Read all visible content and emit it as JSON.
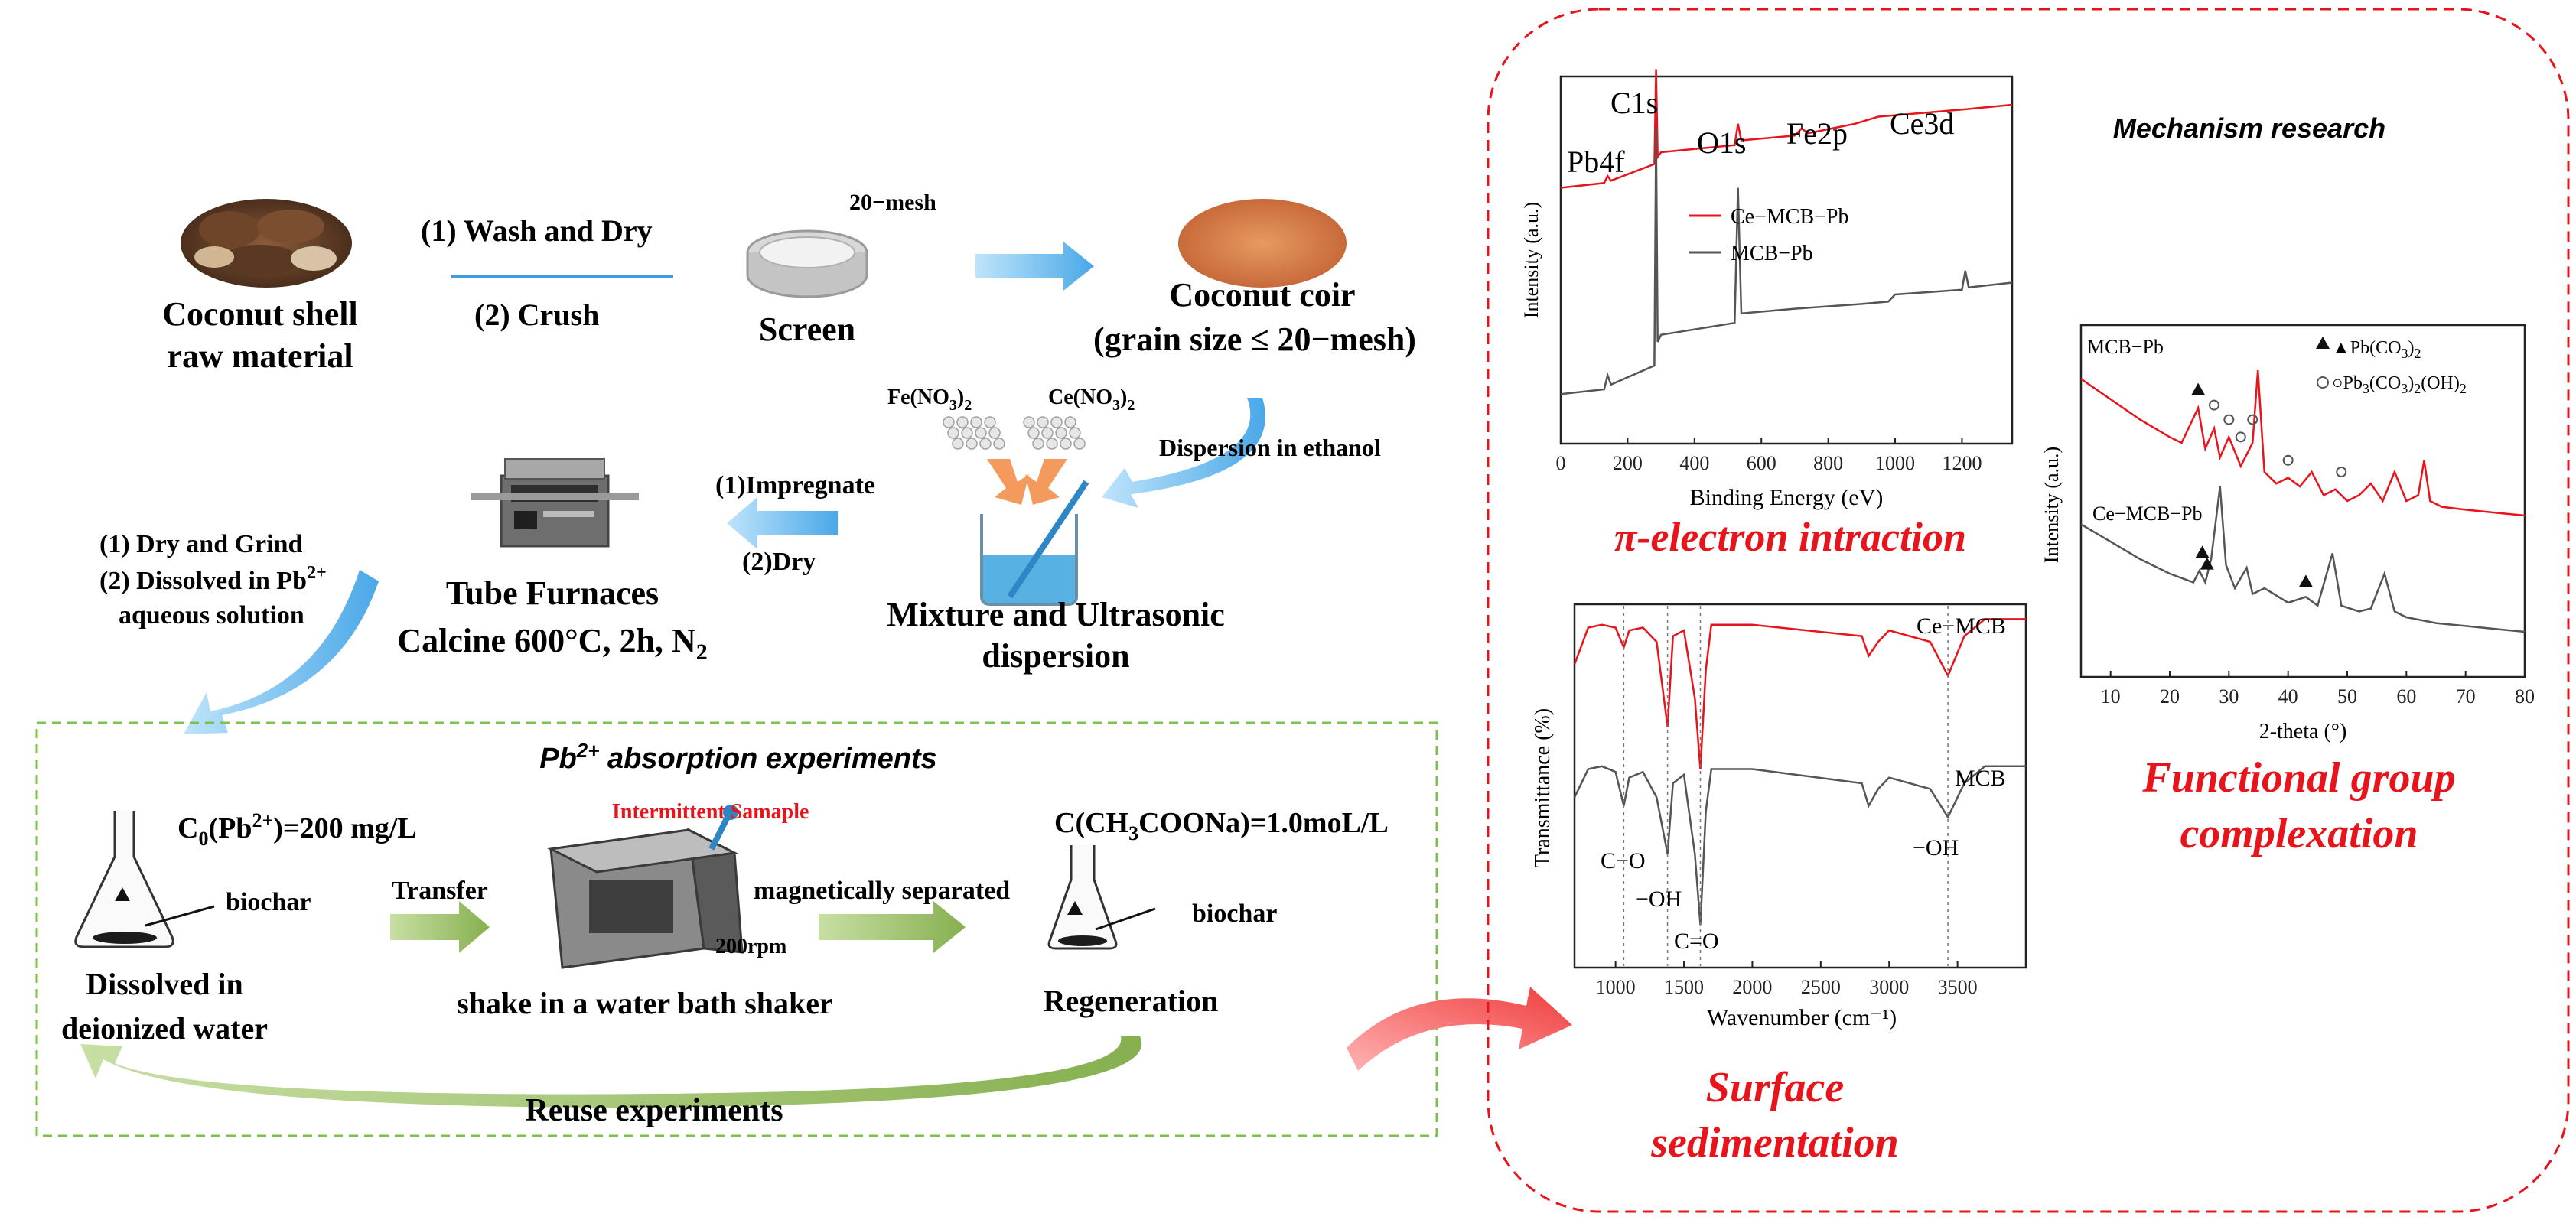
{
  "process": {
    "coconut_shell": [
      "Coconut shell",
      "raw material"
    ],
    "wash_dry": "(1) Wash and Dry",
    "crush": "(2) Crush",
    "mesh_tag": "20−mesh",
    "screen": "Screen",
    "coconut_coir": [
      "Coconut coir",
      "(grain size ≤  20−mesh)"
    ],
    "fe_label": "Fe(NO",
    "fe_sub": "3",
    "fe_end": ")",
    "fe_sub2": "2",
    "ce_label": "Ce(NO",
    "ce_sub": "3",
    "ce_end": ")",
    "ce_sub2": "2",
    "dispersion": "Dispersion in ethanol",
    "mixture": [
      "Mixture and Ultrasonic",
      "dispersion"
    ],
    "impregnate": "(1)Impregnate",
    "dry": "(2)Dry",
    "tube": "Tube Furnaces",
    "calcine": "Calcine 600°C, 2h, N",
    "calcine_sub": "2",
    "dry_grind": "(1) Dry and Grind",
    "dissolved_pb_a": "(2) Dissolved in Pb",
    "dissolved_pb_sup": "2+",
    "dissolved_pb_b": "aqueous solution"
  },
  "absorption": {
    "title_a": "Pb",
    "title_sup": "2+",
    "title_b": " absorption experiments",
    "c0_a": "C",
    "c0_sub": "0",
    "c0_b": "(Pb",
    "c0_sup": "2+",
    "c0_c": ")=200 mg/L",
    "biochar1": "biochar",
    "transfer": "Transfer",
    "intermittent": "Intermittent Samaple",
    "rpm": "200rpm",
    "mag": "magnetically  separated",
    "cna_a": "C(CH",
    "cna_sub1": "3",
    "cna_b": "COONa)=1.0moL/L",
    "biochar2": "biochar",
    "dissolved": [
      "Dissolved in",
      "deionized water"
    ],
    "shake": "shake in a water bath shaker",
    "regeneration": "Regeneration",
    "reuse": "Reuse experiments"
  },
  "mechanism": {
    "title": "Mechanism research",
    "pi": "π-electron intraction",
    "surface": [
      "Surface",
      "sedimentation"
    ],
    "functional": [
      "Functional group",
      "complexation"
    ]
  },
  "colors": {
    "red_series": "#e8141b",
    "gray_series": "#555555",
    "blue_arrow": "#5ab4ec",
    "green_arrow": "#8db65a",
    "red_dashed": "#e8141b",
    "green_dashed": "#7cc24a"
  },
  "chart_data": [
    {
      "type": "line",
      "title": "",
      "xlabel": "Binding Energy (eV)",
      "ylabel": "Intensity (a.u.)",
      "xlim": [
        0,
        1350
      ],
      "xticks": [
        0,
        200,
        400,
        600,
        800,
        1000,
        1200
      ],
      "peaks": [
        "Pb4f",
        "C1s",
        "O1s",
        "Fe2p",
        "Ce3d"
      ],
      "series": [
        {
          "name": "Ce−MCB−Pb",
          "x": [
            0,
            130,
            140,
            150,
            280,
            285,
            290,
            300,
            520,
            530,
            540,
            700,
            720,
            740,
            880,
            950,
            1200,
            1350
          ],
          "y": [
            0.95,
            0.97,
            1.0,
            0.98,
            1.05,
            1.45,
            1.08,
            1.1,
            1.13,
            1.22,
            1.15,
            1.17,
            1.2,
            1.18,
            1.22,
            1.25,
            1.28,
            1.3
          ]
        },
        {
          "name": "MCB−Pb",
          "x": [
            0,
            130,
            140,
            150,
            280,
            285,
            290,
            300,
            520,
            530,
            540,
            700,
            900,
            980,
            1000,
            1200,
            1210,
            1220,
            1350
          ],
          "y": [
            0.08,
            0.1,
            0.16,
            0.12,
            0.2,
            1.2,
            0.3,
            0.33,
            0.38,
            0.95,
            0.42,
            0.44,
            0.46,
            0.47,
            0.5,
            0.52,
            0.6,
            0.53,
            0.55
          ]
        }
      ]
    },
    {
      "type": "line",
      "title": "",
      "xlabel": "Wavenumber (cm⁻¹)",
      "ylabel": "Transmittance (%)",
      "xlim": [
        700,
        4000
      ],
      "xticks": [
        1000,
        1500,
        2000,
        2500,
        3000,
        3500
      ],
      "annotations": [
        "C−O",
        "−OH",
        "C=O",
        "−OH"
      ],
      "series": [
        {
          "name": "Ce−MCB",
          "x": [
            700,
            800,
            900,
            1000,
            1060,
            1100,
            1200,
            1300,
            1380,
            1420,
            1500,
            1580,
            1620,
            1660,
            1700,
            2000,
            2800,
            2850,
            2920,
            3000,
            3300,
            3430,
            3550,
            3700,
            4000
          ],
          "y": [
            0.72,
            0.85,
            0.86,
            0.85,
            0.78,
            0.84,
            0.85,
            0.8,
            0.5,
            0.82,
            0.84,
            0.6,
            0.35,
            0.7,
            0.86,
            0.86,
            0.82,
            0.75,
            0.8,
            0.84,
            0.8,
            0.68,
            0.82,
            0.88,
            0.88
          ]
        },
        {
          "name": "MCB",
          "x": [
            700,
            800,
            900,
            1000,
            1060,
            1100,
            1200,
            1300,
            1380,
            1420,
            1500,
            1580,
            1620,
            1660,
            1700,
            2000,
            2800,
            2850,
            2920,
            3000,
            3300,
            3430,
            3550,
            3700,
            4000
          ],
          "y": [
            0.25,
            0.35,
            0.36,
            0.34,
            0.22,
            0.32,
            0.34,
            0.25,
            0.05,
            0.3,
            0.33,
            0.05,
            -0.2,
            0.2,
            0.35,
            0.35,
            0.3,
            0.22,
            0.28,
            0.32,
            0.28,
            0.18,
            0.3,
            0.36,
            0.36
          ]
        }
      ]
    },
    {
      "type": "line",
      "title": "",
      "xlabel": "2-theta (°)",
      "ylabel": "Intensity (a.u.)",
      "xlim": [
        5,
        80
      ],
      "xticks": [
        10,
        20,
        30,
        40,
        50,
        60,
        70,
        80
      ],
      "legend": [
        "▲Pb(CO",
        "○Pb"
      ],
      "series": [
        {
          "name": "MCB−Pb",
          "x": [
            5,
            10,
            15,
            20,
            22,
            24.8,
            26,
            27.5,
            28.5,
            30,
            32,
            34,
            34.9,
            36,
            38,
            40,
            42,
            44,
            46,
            48,
            50,
            52,
            54,
            56,
            58,
            60,
            62,
            63,
            64,
            66,
            70,
            75,
            80
          ],
          "y": [
            0.92,
            0.85,
            0.78,
            0.72,
            0.7,
            0.82,
            0.68,
            0.75,
            0.65,
            0.72,
            0.62,
            0.7,
            0.95,
            0.6,
            0.56,
            0.58,
            0.55,
            0.6,
            0.52,
            0.54,
            0.5,
            0.52,
            0.56,
            0.5,
            0.6,
            0.5,
            0.52,
            0.64,
            0.5,
            0.48,
            0.47,
            0.46,
            0.45
          ]
        },
        {
          "name": "Ce−MCB−Pb",
          "x": [
            5,
            10,
            15,
            20,
            24,
            25,
            26,
            27,
            28.5,
            29.5,
            31,
            33,
            34,
            36,
            40,
            43,
            45,
            47.5,
            49,
            52,
            54,
            56.3,
            58,
            60,
            65,
            70,
            75,
            80
          ],
          "y": [
            0.42,
            0.36,
            0.3,
            0.25,
            0.22,
            0.26,
            0.22,
            0.3,
            0.55,
            0.28,
            0.2,
            0.27,
            0.18,
            0.2,
            0.15,
            0.17,
            0.14,
            0.32,
            0.14,
            0.12,
            0.13,
            0.25,
            0.12,
            0.1,
            0.08,
            0.07,
            0.06,
            0.05
          ]
        }
      ]
    }
  ]
}
